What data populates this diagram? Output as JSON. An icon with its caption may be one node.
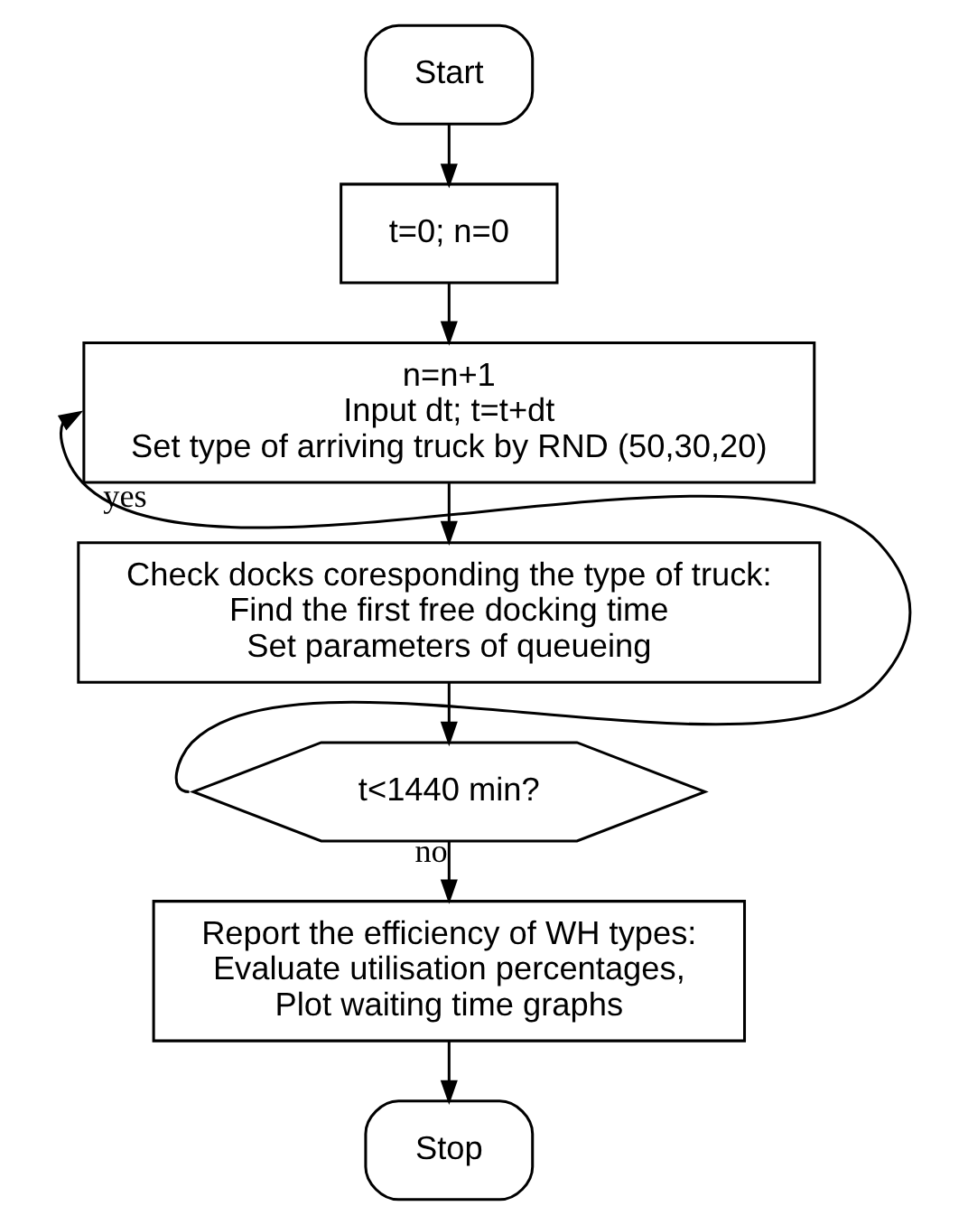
{
  "diagram": {
    "nodes": [
      {
        "text": [
          "Start"
        ]
      },
      {
        "text": [
          "t=0; n=0"
        ]
      },
      {
        "text": [
          "n=n+1",
          "Input dt; t=t+dt",
          "Set type of arriving truck by RND (50,30,20)"
        ]
      },
      {
        "text": [
          "Check docks coresponding the type of truck:",
          "Find the first free docking time",
          "Set parameters of queueing"
        ]
      },
      {
        "text": [
          "t<1440 min?"
        ]
      },
      {
        "text": [
          "Report the efficiency of WH types:",
          "Evaluate utilisation percentages,",
          "Plot waiting time graphs"
        ]
      },
      {
        "text": [
          "Stop"
        ]
      }
    ],
    "edges": [
      {
        "from": 0,
        "to": 1,
        "arrow": "to"
      },
      {
        "from": 1,
        "to": 2,
        "arrow": "to"
      },
      {
        "from": 2,
        "to": 3,
        "arrow": "to"
      },
      {
        "from": 3,
        "to": 4,
        "arrow": "to"
      },
      {
        "from": 4,
        "to": 2,
        "arrow": "to",
        "label": "yes"
      },
      {
        "from": 4,
        "to": 5,
        "arrow": "to",
        "label": "no"
      },
      {
        "from": 5,
        "to": 6,
        "arrow": "to"
      }
    ]
  }
}
